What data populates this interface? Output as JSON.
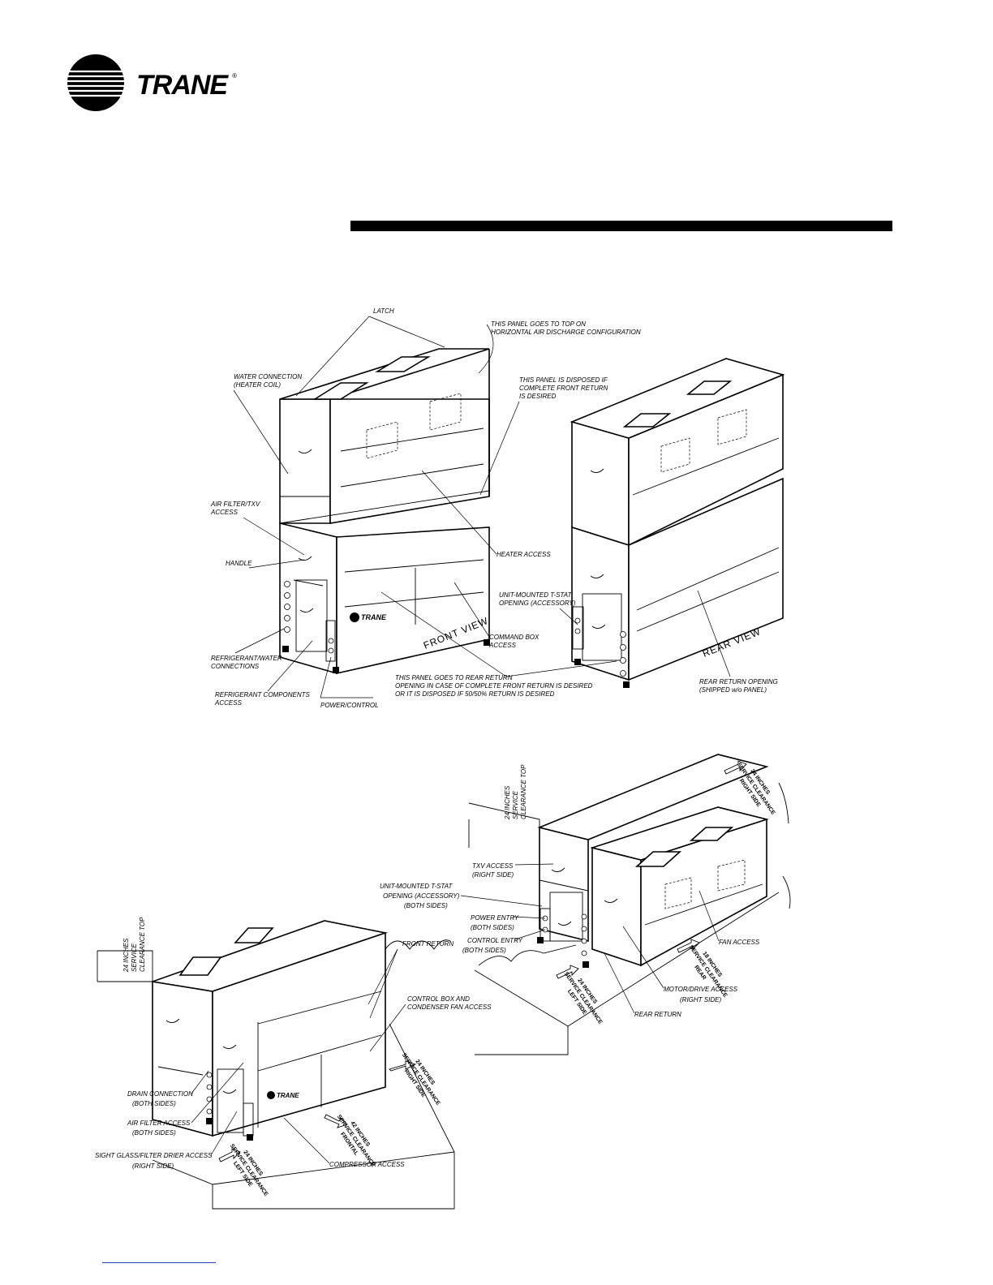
{
  "brand": {
    "name": "TRANE",
    "mark": "®"
  },
  "labels": {
    "latch": "LATCH",
    "panel_top_1": "THIS PANEL GOES TO TOP ON",
    "panel_top_2": "HORIZONTAL AIR DISCHARGE CONFIGURATION",
    "water_1": "WATER CONNECTION",
    "water_2": "(HEATER COIL)",
    "disposed_1": "THIS PANEL IS DISPOSED IF",
    "disposed_2": "COMPLETE FRONT RETURN",
    "disposed_3": "IS DESIRED",
    "filter_txv_1": "AIR FILTER/TXV",
    "filter_txv_2": "ACCESS",
    "handle": "HANDLE",
    "heater_access": "HEATER ACCESS",
    "tstat_1": "UNIT-MOUNTED T-STAT",
    "tstat_2": "OPENING (ACCESSORY)",
    "command_1": "COMMAND BOX",
    "command_2": "ACCESS",
    "front_view": "FRONT VIEW",
    "rear_view": "REAR VIEW",
    "refwater_1": "REFRIGERANT/WATER",
    "refwater_2": "CONNECTIONS",
    "refcomp_1": "REFRIGERANT COMPONENTS",
    "refcomp_2": "ACCESS",
    "power_control": "POWER/CONTROL",
    "rear_return_note_1": "THIS PANEL GOES TO REAR RETURN",
    "rear_return_note_2": "OPENING IN CASE OF COMPLETE FRONT RETURN IS DESIRED",
    "rear_return_note_3": "OR IT IS DISPOSED IF 50/50% RETURN IS DESIRED",
    "rear_opening_1": "REAR RETURN OPENING",
    "rear_opening_2": "(SHIPPED w/o PANEL)",
    "top_clear_1": "24 INCHES",
    "top_clear_2": "SERVICE",
    "top_clear_3": "CLEARANCE TOP",
    "front_return": "FRONT RETURN",
    "cbox_1": "CONTROL BOX AND",
    "cbox_2": "CONDENSER FAN ACCESS",
    "drain_1": "DRAIN CONNECTION",
    "drain_2": "(BOTH SIDES)",
    "airfilter_1": "AIR FILTER ACCESS",
    "airfilter_2": "(BOTH SIDES)",
    "sight_1": "SIGHT GLASS/FILTER DRIER ACCESS",
    "sight_2": "(RIGHT SIDE)",
    "compressor": "COMPRESSOR ACCESS",
    "clr_right_1": "24 INCHES",
    "clr_right_2": "SERVICE CLEARANCE",
    "clr_right_3": "RIGHT SIDE",
    "clr_left_1": "24 INCHES",
    "clr_left_2": "SERVICE CLEARANCE",
    "clr_left_3": "LEFT SIDE",
    "clr_front_1": "42 INCHES",
    "clr_front_2": "SERVICE CLEARANCE",
    "clr_front_3": "FRONTAL",
    "txv_1": "TXV ACCESS",
    "txv_2": "(RIGHT SIDE)",
    "tstat_b_1": "UNIT-MOUNTED T-STAT",
    "tstat_b_2": "OPENING (ACCESSORY)",
    "tstat_b_3": "(BOTH SIDES)",
    "power_entry_1": "POWER ENTRY",
    "power_entry_2": "(BOTH SIDES)",
    "control_entry_1": "CONTROL ENTRY",
    "control_entry_2": "(BOTH SIDES)",
    "fan_access": "FAN ACCESS",
    "motor_1": "MOTOR/DRIVE ACCESS",
    "motor_2": "(RIGHT SIDE)",
    "rear_return": "REAR RETURN",
    "clr_rear_1": "18 INCHES",
    "clr_rear_2": "SERVICE CLEARANCE",
    "clr_rear_3": "REAR"
  }
}
